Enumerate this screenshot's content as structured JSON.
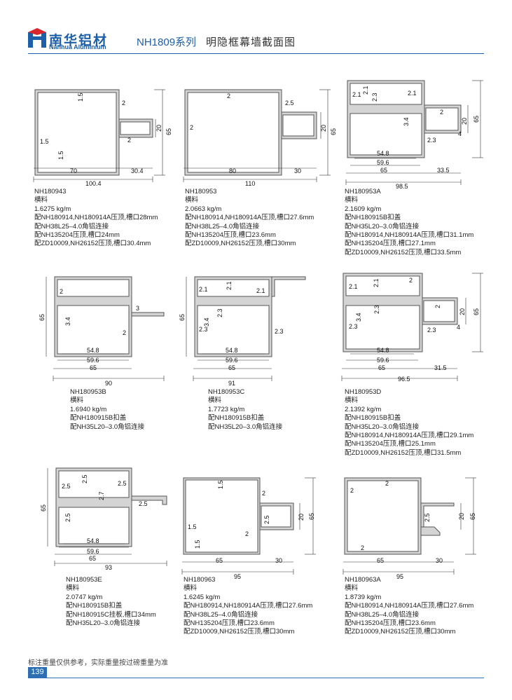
{
  "header": {
    "logo_cn": "南华铝材",
    "logo_en": "Nanhua Aluminium",
    "series": "NH1809系列",
    "title": "明隐框幕墙截面图"
  },
  "profiles": [
    {
      "code": "NH180943",
      "type": "横料",
      "weight": "1.6275 kg/m",
      "notes": [
        "配NH180914,NH180914A压顶,槽口28mm",
        "配NH38L25–4.0角铝连接",
        "配NH135204压顶,槽口24mm",
        "配ZD10009,NH26152压顶,槽口30.4mm"
      ],
      "dims": [
        "100.4",
        "70",
        "30.4",
        "1.5",
        "1.5",
        "1.5",
        "2",
        "2",
        "20",
        "65"
      ]
    },
    {
      "code": "NH180953",
      "type": "横料",
      "weight": "2.0663 kg/m",
      "notes": [
        "配NH180914,NH180914A压顶,槽口27.6mm",
        "配NH38L25–4.0角铝连接",
        "配NH135204压顶,槽口23.6mm",
        "配ZD10009,NH26152压顶,槽口30mm"
      ],
      "dims": [
        "110",
        "80",
        "30",
        "2",
        "2",
        "2.5",
        "20",
        "65"
      ]
    },
    {
      "code": "NH180953A",
      "type": "横料",
      "weight": "2.1609 kg/m",
      "notes": [
        "配NH180915B扣盖",
        "配NH35L20–3.0角铝连接",
        "配NH180914,NH180914A压顶,槽口31.1mm",
        "配NH135204压顶,槽口27.1mm",
        "配ZD10009,NH26152压顶,槽口33.5mm"
      ],
      "dims": [
        "98.5",
        "65",
        "33.5",
        "59.6",
        "54.8",
        "2.1",
        "2.1",
        "2.3",
        "2.1",
        "3.4",
        "2",
        "2.3",
        "4",
        "20",
        "65"
      ]
    },
    {
      "code": "NH180953B",
      "type": "横料",
      "weight": "1.6940 kg/m",
      "notes": [
        "配NH180915B扣盖",
        "配NH35L20–3.0角铝连接"
      ],
      "dims": [
        "90",
        "65",
        "59.6",
        "54.8",
        "2",
        "3.4",
        "2",
        "3",
        "65"
      ]
    },
    {
      "code": "NH180953C",
      "type": "横料",
      "weight": "1.7723 kg/m",
      "notes": [
        "配NH180915B扣盖",
        "配NH35L20–3.0角铝连接"
      ],
      "dims": [
        "91",
        "65",
        "59.6",
        "54.8",
        "2.1",
        "2.1",
        "2.1",
        "2.3",
        "3.4",
        "2.3",
        "2.3",
        "65"
      ]
    },
    {
      "code": "NH180953D",
      "type": "横料",
      "weight": "2.1392 kg/m",
      "notes": [
        "配NH180915B扣盖",
        "配NH35L20–3.0角铝连接",
        "配NH180914,NH180914A压顶,槽口29.1mm",
        "配NH135204压顶,槽口25.1mm",
        "配ZD10009,NH26152压顶,槽口31.5mm"
      ],
      "dims": [
        "96.5",
        "65",
        "31.5",
        "59.6",
        "54.8",
        "2.1",
        "2.1",
        "2",
        "3.4",
        "2.3",
        "2.3",
        "2",
        "2.3",
        "4",
        "20",
        "65"
      ]
    },
    {
      "code": "NH180953E",
      "type": "横料",
      "weight": "2.0747 kg/m",
      "notes": [
        "配NH180915B扣盖",
        "配NH180915C挂板,槽口34mm",
        "配NH35L20–3.0角铝连接"
      ],
      "dims": [
        "93",
        "65",
        "59.6",
        "54.8",
        "2.5",
        "2.5",
        "2.5",
        "2.7",
        "2.5",
        "2.5",
        "65"
      ]
    },
    {
      "code": "NH180963",
      "type": "横料",
      "weight": "1.6245 kg/m",
      "notes": [
        "配NH180914,NH180914A压顶,槽口27.6mm",
        "配NH38L25–4.0角铝连接",
        "配NH135204压顶,槽口23.6mm",
        "配ZD10009,NH26152压顶,槽口30mm"
      ],
      "dims": [
        "95",
        "65",
        "30",
        "1.5",
        "1.5",
        "1.5",
        "2",
        "2.5",
        "2",
        "20",
        "65"
      ]
    },
    {
      "code": "NH180963A",
      "type": "横料",
      "weight": "1.8739 kg/m",
      "notes": [
        "配NH180914,NH180914A压顶,槽口27.6mm",
        "配NH38L25–4.0角铝连接",
        "配NH135204压顶,槽口23.6mm",
        "配ZD10009,NH26152压顶,槽口30mm"
      ],
      "dims": [
        "95",
        "65",
        "30",
        "2",
        "2",
        "2",
        "2.5",
        "20",
        "65"
      ]
    }
  ],
  "footer": {
    "note": "标注重量仅供参考，实际重量按过磅重量为准",
    "page": "139"
  }
}
